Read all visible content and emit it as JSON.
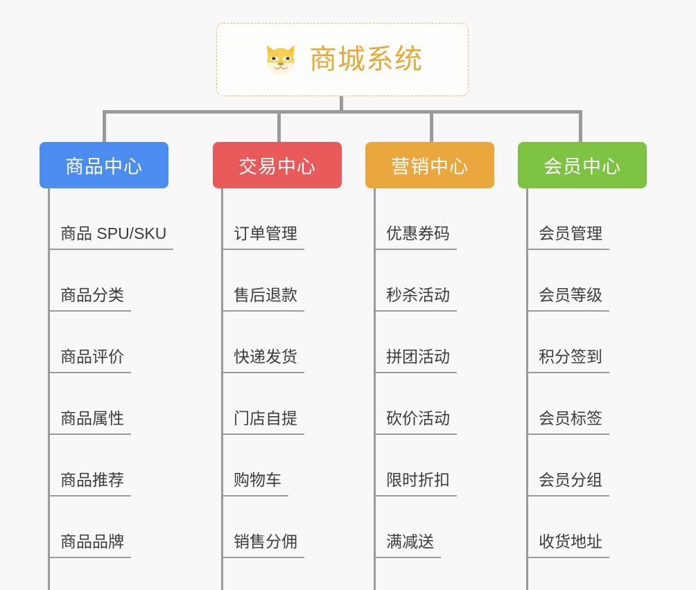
{
  "background_color": "#f8f8f8",
  "root": {
    "title": "商城系统",
    "icon": "shiba-inu-dog-face-icon",
    "title_color": "#e8a93c",
    "border_color": "#e9b96a"
  },
  "branches": [
    {
      "label": "商品中心",
      "color": "#4a8cf0",
      "items": [
        "商品 SPU/SKU",
        "商品分类",
        "商品评价",
        "商品属性",
        "商品推荐",
        "商品品牌"
      ]
    },
    {
      "label": "交易中心",
      "color": "#e8595a",
      "items": [
        "订单管理",
        "售后退款",
        "快递发货",
        "门店自提",
        "购物车",
        "销售分佣"
      ]
    },
    {
      "label": "营销中心",
      "color": "#eaa73e",
      "items": [
        "优惠券码",
        "秒杀活动",
        "拼团活动",
        "砍价活动",
        "限时折扣",
        "满减送"
      ]
    },
    {
      "label": "会员中心",
      "color": "#7dc242",
      "items": [
        "会员管理",
        "会员等级",
        "积分签到",
        "会员标签",
        "会员分组",
        "收货地址"
      ]
    }
  ],
  "layout": {
    "branch_left": [
      57,
      307,
      527,
      747
    ],
    "branch_width": [
      186,
      186,
      186,
      186
    ],
    "drop_left": [
      148,
      400,
      620,
      835
    ]
  }
}
